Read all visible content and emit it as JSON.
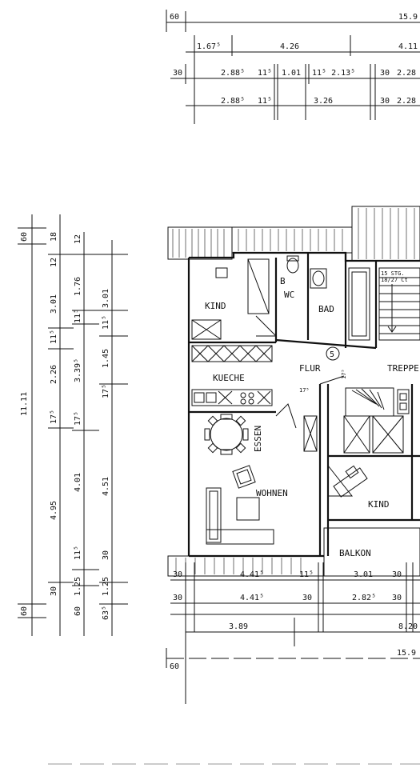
{
  "top_dims": {
    "row1": {
      "r60": "60",
      "total": "15.9"
    },
    "row2": {
      "a": "1.67⁵",
      "b": "4.26",
      "c": "4.11"
    },
    "row3": {
      "r30": "30",
      "a": "2.88⁵",
      "b": "11⁵",
      "c": "1.01",
      "d": "11⁵ 2.13⁵",
      "e": "30",
      "f": "2.28"
    },
    "row4": {
      "a": "2.88⁵",
      "b": "11⁵",
      "c": "3.26",
      "e": "30",
      "f": "2.28"
    }
  },
  "left_dims": {
    "col1": {
      "top": "60",
      "total": "11.11",
      "bottom": "60"
    },
    "col2": {
      "v18": "18",
      "v12": "12",
      "v301": "3.01",
      "v11": "11⁵",
      "v226": "2.26",
      "v175": "17⁵",
      "v495": "4.95",
      "v30": "30"
    },
    "col3": {
      "v12": "12",
      "v176": "1.76",
      "v115a": "11⁵",
      "v339": "3.39⁵",
      "v175": "17⁵",
      "v401": "4.01",
      "v115b": "11⁵",
      "v125": "1.25",
      "v60": "60"
    },
    "col4": {
      "v301": "3.01",
      "v115": "11⁵",
      "v145": "1.45",
      "v175": "17⁵",
      "v451": "4.51",
      "v30": "30",
      "v125": "1.25",
      "v635": "63⁵"
    }
  },
  "rooms": {
    "kind1": "KIND",
    "bad": "BAD",
    "wc": "WC",
    "b": "B",
    "kueche": "KUECHE",
    "flur": "FLUR",
    "treppe": "TREPPE",
    "essen": "ESSEN",
    "wohnen": "WOHNEN",
    "kind2": "KIND",
    "balkon": "BALKON"
  },
  "plan_labels": {
    "stairs": "15 STG.",
    "stairs2": "18/27 Ct",
    "step": "17⁵",
    "door": "17⁵",
    "circle_num": "5"
  },
  "bottom_dims": {
    "row1": {
      "r30": "30",
      "a": "4.41⁵",
      "b": "11⁵",
      "c": "3.01",
      "d": "30"
    },
    "row2": {
      "r30": "30",
      "a": "4.41⁵",
      "b": "30",
      "c": "2.82⁵",
      "d": "30"
    },
    "row3": {
      "a": "3.89",
      "b": "8.20"
    },
    "row4": {
      "r60": "60",
      "total": "15.9"
    }
  }
}
